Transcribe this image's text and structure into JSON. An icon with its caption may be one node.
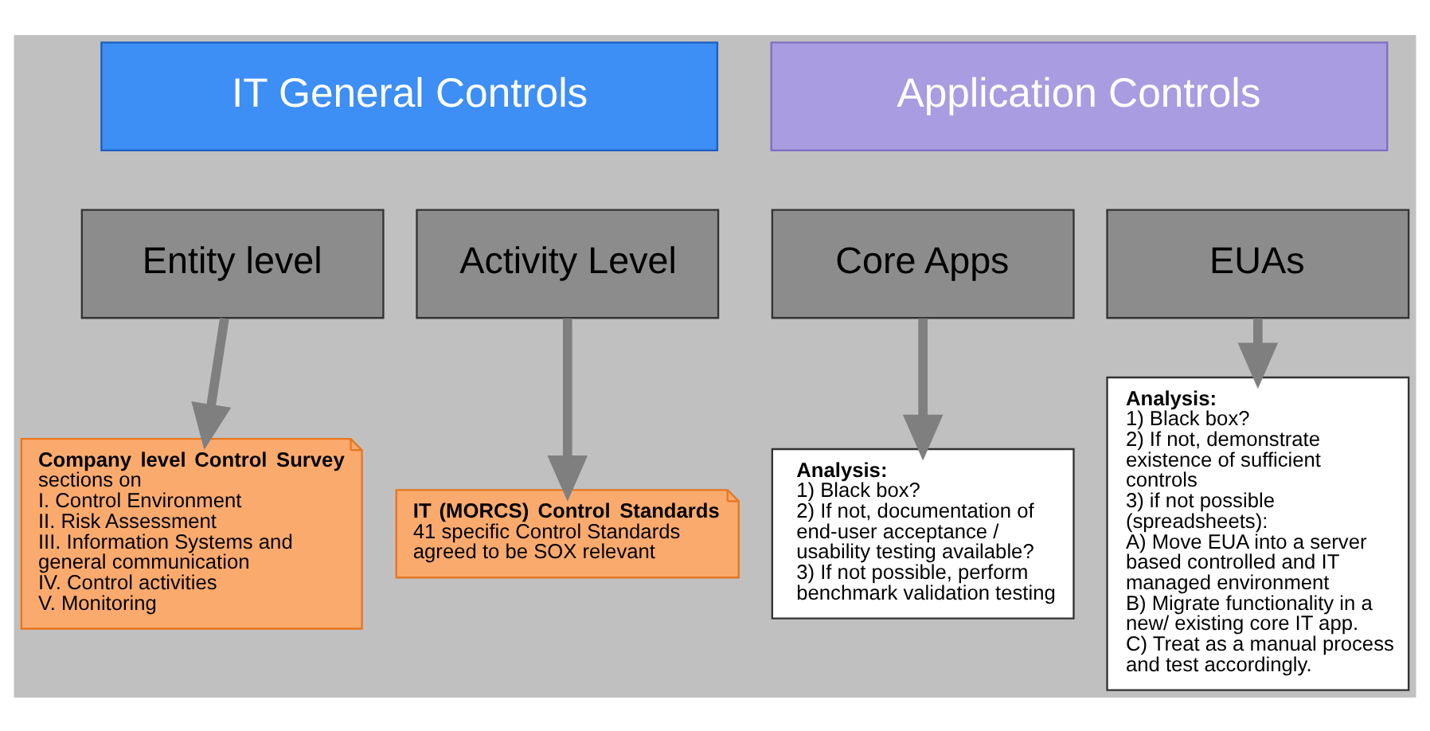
{
  "diagram": {
    "nodes": [
      {
        "text": [
          "IT General Controls"
        ]
      },
      {
        "text": [
          "Application Controls"
        ]
      },
      {
        "text": [
          "Entity level"
        ]
      },
      {
        "text": [
          "Activity Level"
        ]
      },
      {
        "text": [
          "Core Apps"
        ]
      },
      {
        "text": [
          "EUAs"
        ]
      },
      {
        "text": [
          "**Company level Control Survey** sections on",
          "I. Control Environment",
          "II. Risk Assessment",
          "III. Information Systems and general communication",
          "IV. Control activities",
          "V. Monitoring"
        ]
      },
      {
        "text": [
          "IT (MORCS) Control Standards",
          "41 specific Control Standards agreed to be SOX relevant"
        ]
      },
      {
        "text": [
          "Analysis:",
          "1) Black box?",
          "2) If not, documentation of end-user acceptance / usability testing available?",
          "3) If not possible, perform benchmark validation testing"
        ]
      },
      {
        "text": [
          "Analysis:",
          "1) Black box?",
          "2) If not, demonstrate existence of sufficient controls",
          "3) if not possible (spreadsheets):",
          "A) Move EUA into a server based controlled and IT managed environment",
          "B) Migrate functionality in a new/ existing core IT app.",
          "C) Treat as a manual process and test accordingly."
        ]
      }
    ],
    "edges": [
      {
        "from": 2,
        "to": 6,
        "arrow": "to"
      },
      {
        "from": 3,
        "to": 7,
        "arrow": "to"
      },
      {
        "from": 4,
        "to": 8,
        "arrow": "to"
      },
      {
        "from": 5,
        "to": 9,
        "arrow": "to"
      }
    ]
  }
}
